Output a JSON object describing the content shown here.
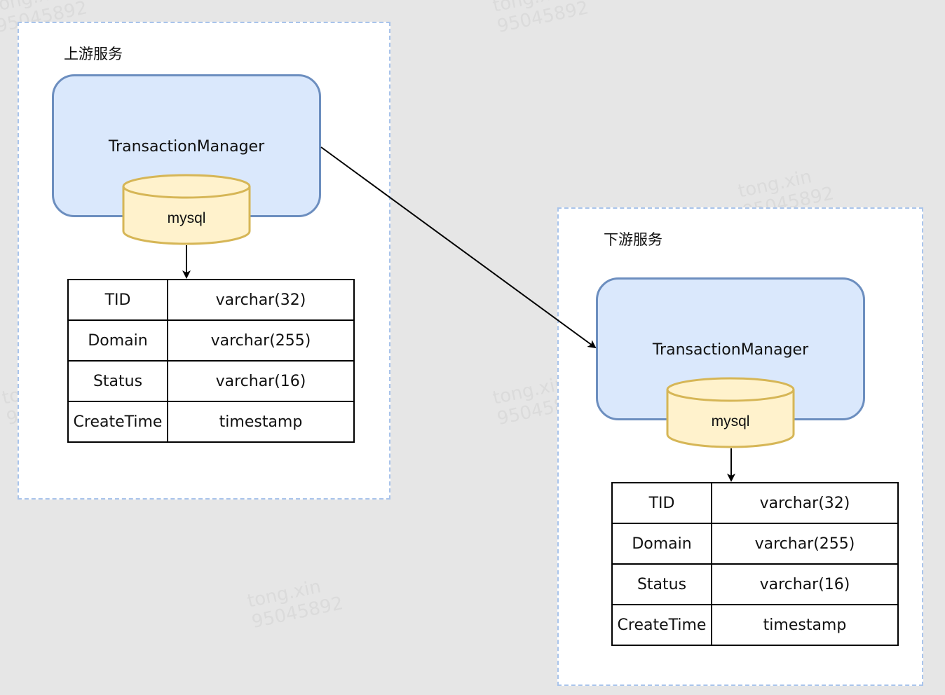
{
  "watermark": {
    "line1": "tong.xin",
    "line2": "95045892"
  },
  "upstream": {
    "title": "上游服务",
    "manager_label": "TransactionManager",
    "db_label": "mysql",
    "rows": [
      {
        "name": "TID",
        "type": "varchar(32)"
      },
      {
        "name": "Domain",
        "type": "varchar(255)"
      },
      {
        "name": "Status",
        "type": "varchar(16)"
      },
      {
        "name": "CreateTime",
        "type": "timestamp"
      }
    ]
  },
  "downstream": {
    "title": "下游服务",
    "manager_label": "TransactionManager",
    "db_label": "mysql",
    "rows": [
      {
        "name": "TID",
        "type": "varchar(32)"
      },
      {
        "name": "Domain",
        "type": "varchar(255)"
      },
      {
        "name": "Status",
        "type": "varchar(16)"
      },
      {
        "name": "CreateTime",
        "type": "timestamp"
      }
    ]
  },
  "colors": {
    "background": "#e6e6e6",
    "container_border": "#a9c4eb",
    "manager_fill": "#dae8fc",
    "manager_stroke": "#6c8ebf",
    "db_fill": "#fff2cc",
    "db_stroke": "#d6b656"
  }
}
